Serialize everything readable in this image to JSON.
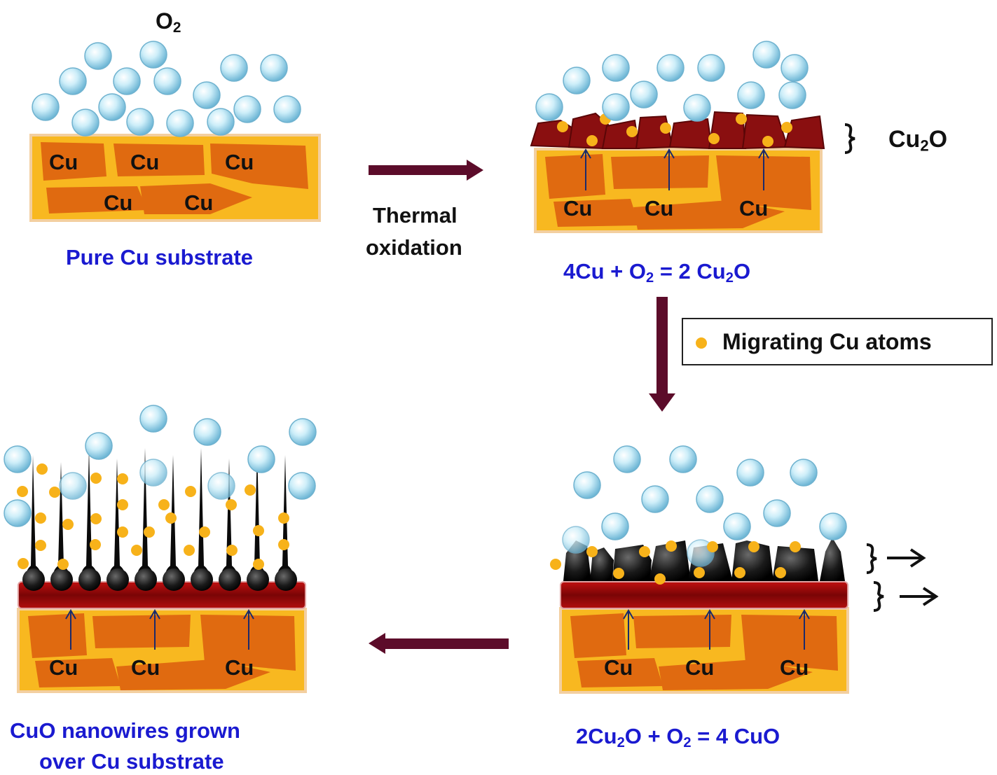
{
  "colors": {
    "o2_fill": "#a6dcf2",
    "o2_stroke": "#5aa6c6",
    "substrate": "#f8b820",
    "grain": "#e06a10",
    "cu2o": "#8a0f10",
    "cuo": "#141414",
    "atom": "#f7b21a",
    "arrow": "#5c0c2a",
    "label_blue": "#1a1ad0"
  },
  "icons": [
    "o2-molecule",
    "migrating-atom-dot",
    "process-arrow",
    "bracket-icon",
    "diffusion-arrow-icon"
  ],
  "o2_top_label": {
    "base": "O",
    "sub": "2"
  },
  "grain_label": "Cu",
  "cu2o_label": {
    "a": "Cu",
    "sub": "2",
    "b": "O"
  },
  "step1_caption": "Pure Cu substrate",
  "arrow1_label": {
    "line1": "Thermal",
    "line2": "oxidation"
  },
  "step2_equation": {
    "p1": "4Cu + O",
    "s1": "2",
    "p2": " = 2 Cu",
    "s2": "2",
    "p3": "O"
  },
  "legend_text": "Migrating  Cu atoms",
  "step3_equation": {
    "p1": "2Cu",
    "s1": "2",
    "p2": "O + O",
    "s2": "2",
    "p3": " = 4 CuO"
  },
  "step4_caption": {
    "line1": "CuO nanowires grown",
    "line2": "over Cu substrate"
  }
}
